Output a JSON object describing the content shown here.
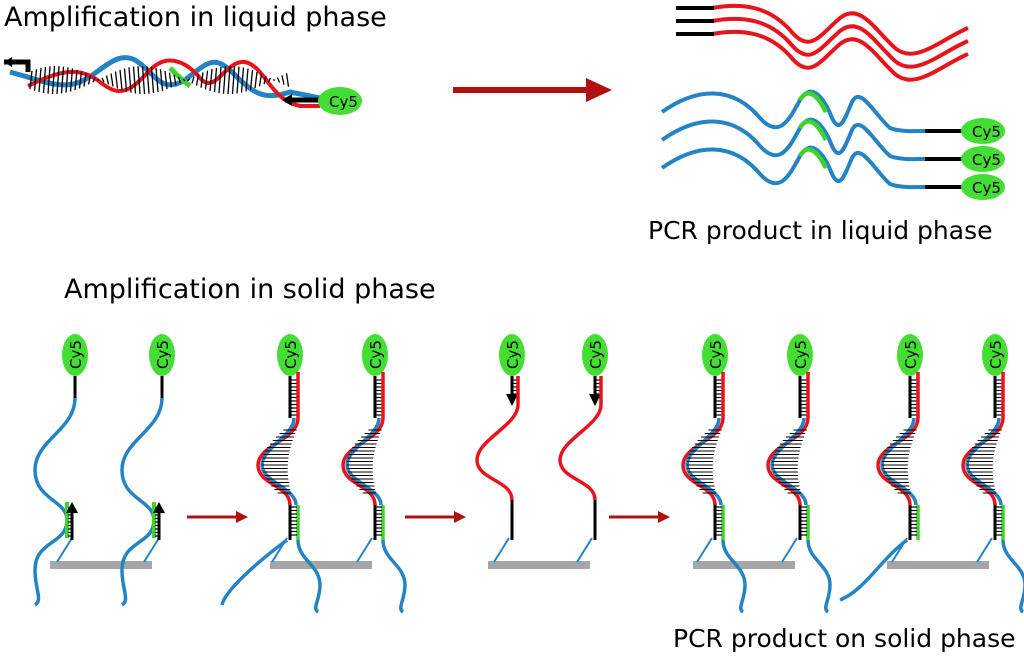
{
  "titles": {
    "liquid": "Amplification in liquid phase",
    "solid": "Amplification in solid phase"
  },
  "captions": {
    "liquid": "PCR product in liquid phase",
    "solid": "PCR product on solid phase"
  },
  "dye_label": "Cy5",
  "colors": {
    "blue_strand": "#2483c5",
    "red_strand": "#e8141b",
    "green_segment": "#3fd42a",
    "dye": "#44dd33",
    "arrow": "#b01010",
    "surface": "#a6a6a6",
    "primer": "#000000"
  }
}
